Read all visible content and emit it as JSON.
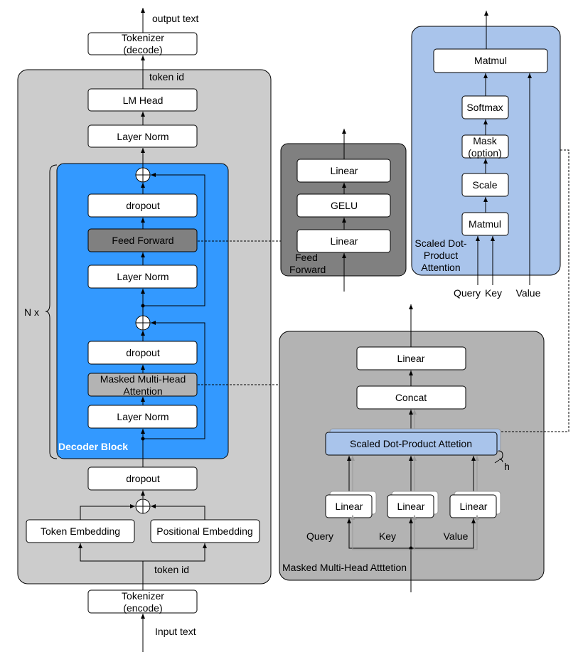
{
  "left": {
    "output_text": "output text",
    "tokenizer_decode": [
      "Tokenizer",
      "(decode)"
    ],
    "token_id_top": "token id",
    "lm_head": "LM Head",
    "layer_norm_final": "Layer Norm",
    "dropout_ff": "dropout",
    "feed_forward": "Feed Forward",
    "layer_norm_ff": "Layer Norm",
    "dropout_attn": "dropout",
    "masked_mha": [
      "Masked Multi-Head",
      "Attention"
    ],
    "layer_norm_attn": "Layer Norm",
    "decoder_block_label": "Decoder Block",
    "n_x": "N x",
    "dropout_emb": "dropout",
    "token_embedding": "Token Embedding",
    "positional_embedding": "Positional Embedding",
    "token_id_bottom": "token id",
    "tokenizer_encode": [
      "Tokenizer",
      "(encode)"
    ],
    "input_text": "Input text"
  },
  "ffn": {
    "linear_top": "Linear",
    "gelu": "GELU",
    "linear_bottom": "Linear",
    "label": [
      "Feed",
      "Forward"
    ]
  },
  "sdpa": {
    "matmul_top": "Matmul",
    "softmax": "Softmax",
    "mask": [
      "Mask",
      "(option)"
    ],
    "scale": "Scale",
    "matmul_bottom": "Matmul",
    "label": [
      "Scaled Dot-",
      "Product",
      "Attention"
    ],
    "query": "Query",
    "key": "Key",
    "value": "Value"
  },
  "mha": {
    "linear_out": "Linear",
    "concat": "Concat",
    "sdpa": "Scaled Dot-Product Attetion",
    "h": "h",
    "linear_q": "Linear",
    "linear_k": "Linear",
    "linear_v": "Linear",
    "query": "Query",
    "key": "Key",
    "value": "Value",
    "label": "Masked Multi-Head Atttetion"
  },
  "colors": {
    "outer_panel": "#cccccc",
    "decoder_block": "#3399ff",
    "feed_forward_fill": "#808080",
    "masked_attention_fill": "#b3b3b3",
    "ffn_panel": "#808080",
    "sdpa_panel": "#a9c4eb",
    "mha_panel": "#b3b3b3",
    "sdpa_box_fill": "#a9c4eb"
  }
}
